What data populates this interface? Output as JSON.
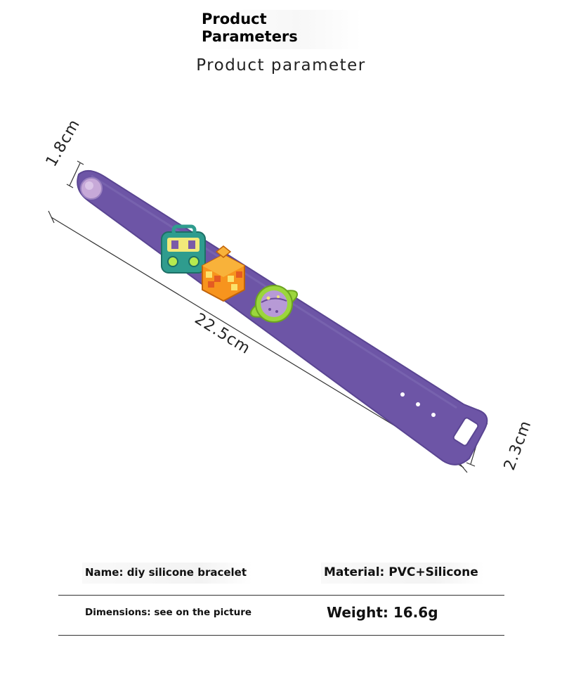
{
  "header": {
    "title": "Product Parameters",
    "subtitle": "Product parameter"
  },
  "figure": {
    "dimensions": {
      "width_end": "1.8cm",
      "length": "22.5cm",
      "width_buckle": "2.3cm"
    },
    "colors": {
      "strap": "#6d55a6",
      "strap_dark": "#5a4592",
      "button": "#c7a9d8",
      "radio_charm": "#2f9c8e",
      "cube_charm": "#f7941d",
      "planet_charm": "#9bd63c"
    },
    "icons": [
      "boombox-icon",
      "puzzle-cube-icon",
      "planet-icon",
      "snap-button-icon"
    ]
  },
  "specs": {
    "name": "Name: diy silicone bracelet",
    "material": "Material: PVC+Silicone",
    "dimensions": "Dimensions: see on the picture",
    "weight": "Weight: 16.6g"
  }
}
